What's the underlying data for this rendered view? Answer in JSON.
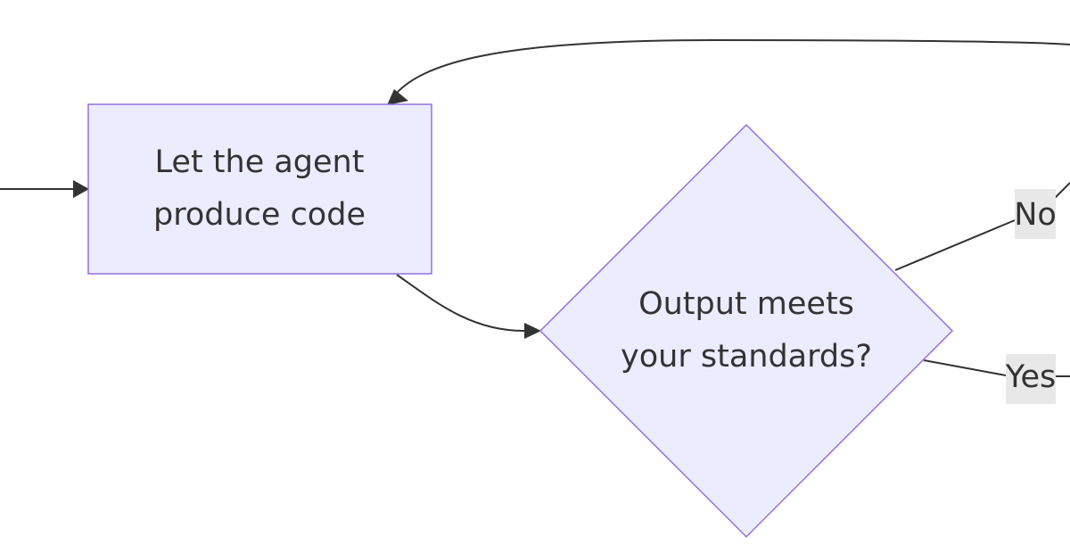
{
  "diagram": {
    "type": "flowchart",
    "colors": {
      "node_fill": "#ececff",
      "node_stroke": "#9370db",
      "edge": "#333333",
      "edge_label_bg": "#e8e8e8",
      "text": "#333333"
    },
    "nodes": {
      "produce_code": {
        "shape": "rectangle",
        "lines": [
          "Let the agent",
          "produce code"
        ]
      },
      "meets_standards": {
        "shape": "diamond",
        "lines": [
          "Output meets",
          "your standards?"
        ]
      }
    },
    "edges": [
      {
        "from": "(offscreen left)",
        "to": "produce_code",
        "label": ""
      },
      {
        "from": "produce_code",
        "to": "meets_standards",
        "label": ""
      },
      {
        "from": "meets_standards",
        "to": "(offscreen right)",
        "label": "No"
      },
      {
        "from": "meets_standards",
        "to": "(offscreen right)",
        "label": "Yes"
      },
      {
        "from": "(offscreen right)",
        "to": "produce_code",
        "label": ""
      }
    ]
  }
}
